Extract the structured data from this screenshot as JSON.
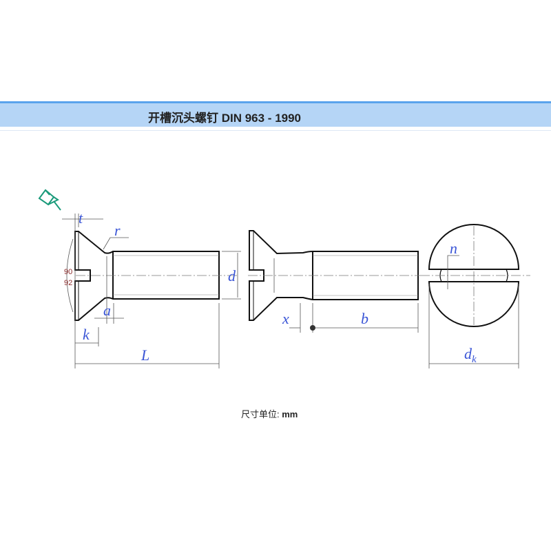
{
  "header": {
    "title": "开槽沉头螺钉 DIN 963 - 1990"
  },
  "drawing": {
    "labels": {
      "t": "t",
      "r": "r",
      "angle_top": "90",
      "angle_bottom": "92",
      "d": "d",
      "a": "a",
      "k": "k",
      "L": "L",
      "x": "x",
      "b": "b",
      "n": "n",
      "dk_main": "d",
      "dk_sub": "k"
    },
    "line_color": "#111111",
    "label_color": "#3a55d6",
    "pin_icon_color": "#1a9a7a"
  },
  "footer": {
    "unit_label": "尺寸单位:",
    "unit_value": "mm"
  }
}
